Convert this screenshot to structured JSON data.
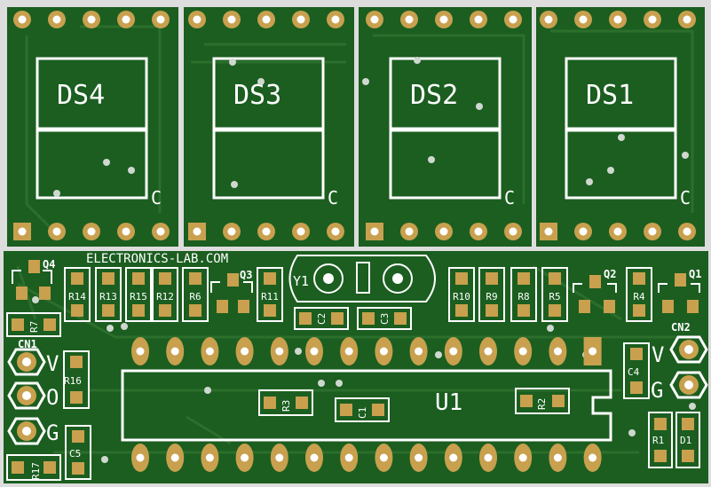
{
  "board": {
    "brand": "ELECTRONICS-LAB.COM",
    "colors": {
      "board": "#1b5e20",
      "silk": "#ffffff",
      "copper": "#c8a04e",
      "trace": "#2c6e2c",
      "frame": "#dddddd"
    }
  },
  "displays": [
    {
      "label": "DS4",
      "pin1": "C"
    },
    {
      "label": "DS3",
      "pin1": "C"
    },
    {
      "label": "DS2",
      "pin1": "C"
    },
    {
      "label": "DS1",
      "pin1": "C"
    }
  ],
  "resistors_top": [
    "R14",
    "R13",
    "R15",
    "R12",
    "R6",
    "R11",
    "R10",
    "R9",
    "R8",
    "R5",
    "R4"
  ],
  "transistors": [
    "Q4",
    "Q3",
    "Q2",
    "Q1"
  ],
  "crystal": "Y1",
  "caps": {
    "c2": "C2",
    "c3": "C3",
    "c1": "C1",
    "c4": "C4",
    "c5": "C5"
  },
  "parts": {
    "r7": "R7",
    "r16": "R16",
    "r17": "R17",
    "r3": "R3",
    "r2": "R2",
    "r1": "R1",
    "d1": "D1"
  },
  "ic": "U1",
  "cn1": {
    "label": "CN1",
    "pins": [
      "V",
      "O",
      "G"
    ]
  },
  "cn2": {
    "label": "CN2",
    "pins": [
      "V",
      "G"
    ]
  }
}
